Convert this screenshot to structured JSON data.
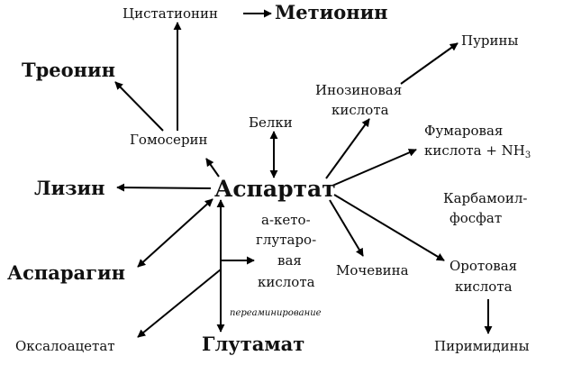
{
  "nodes": {
    "cystathionine": "Цистатионин",
    "methionine": "Метионин",
    "purines": "Пурины",
    "threonine": "Треонин",
    "inosinic_1": "Инозиновая",
    "inosinic_2": "кислота",
    "proteins": "Белки",
    "homoserine": "Гомосерин",
    "fumaric_1": "Фумаровая",
    "fumaric_2": "кислота + NH",
    "fumaric_sub": "3",
    "lysine": "Лизин",
    "aspartate": "Аспартат",
    "carbamoyl_1": "Карбамоил-",
    "carbamoyl_2": "фосфат",
    "aketo_1": "а-кето-",
    "aketo_2": "глутаро-",
    "aketo_3": "вая",
    "aketo_4": "кислота",
    "asparagine": "Аспарагин",
    "urea": "Мочевина",
    "orotic_1": "Оротовая",
    "orotic_2": "кислота",
    "transamination": "переаминирование",
    "oxaloacetate": "Оксалоацетат",
    "glutamate": "Глутамат",
    "pyrimidines": "Пиримидины"
  }
}
